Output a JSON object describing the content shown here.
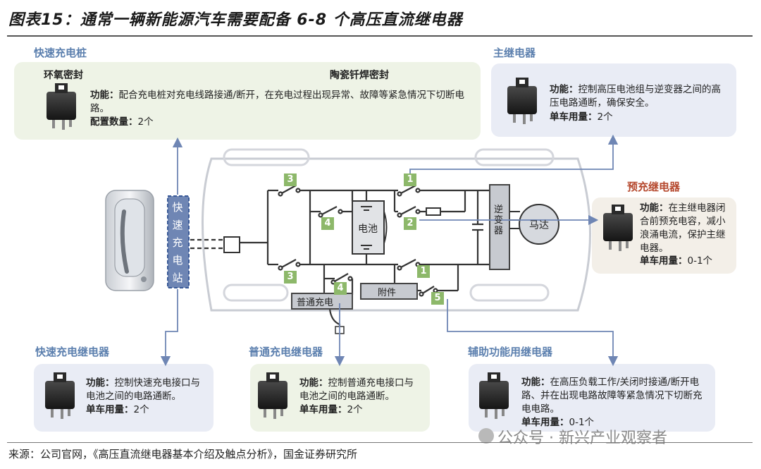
{
  "title": "图表15：通常一辆新能源汽车需要配备 6-8 个高压直流继电器",
  "source": "来源：公司官网，《高压直流继电器基本介绍及触点分析》，国金证券研究所",
  "watermark": "公众号 · 新兴产业观察者",
  "panels": {
    "fast_pile": {
      "title": "快速充电桩",
      "label_left": "环氧密封",
      "label_right": "陶瓷钎焊密封",
      "func_label": "功能：",
      "func_text": "配合充电桩对充电线路接通/断开，在充电过程出现异常、故障等紧急情况下切断电路。",
      "count_label": "配置数量：",
      "count_value": "2个"
    },
    "main": {
      "title": "主继电器",
      "func_label": "功能：",
      "func_text": "控制高压电池组与逆变器之间的高压电路通断，确保安全。",
      "count_label": "单车用量：",
      "count_value": "2个"
    },
    "precharge": {
      "title": "预充继电器",
      "func_label": "功能：",
      "func_text": "在主继电器闭合前预充电容，减小浪涌电流，保护主继电器。",
      "count_label": "单车用量：",
      "count_value": "0-1个"
    },
    "fast_relay": {
      "title": "快速充电继电器",
      "func_label": "功能：",
      "func_text": "控制快速充电接口与电池之间的电路通断。",
      "count_label": "单车用量：",
      "count_value": "2个"
    },
    "normal_relay": {
      "title": "普通充电继电器",
      "func_label": "功能：",
      "func_text": "控制普通充电接口与电池之间的电路通断。",
      "count_label": "单车用量：",
      "count_value": "2个"
    },
    "aux_relay": {
      "title": "辅助功能用继电器",
      "func_label": "功能：",
      "func_text": "在高压负载工作/关闭时接通/断开电路、并在出现电路故障等紧急情况下切断充电电路。",
      "count_label": "单车用量：",
      "count_value": "0-1个"
    }
  },
  "diagram": {
    "station_label": "快速充电站",
    "battery_label": "电池",
    "inverter_label": "逆变器",
    "motor_label": "马达",
    "normal_charge_label": "普通充电",
    "accessory_label": "附件",
    "badges": [
      "3",
      "3",
      "4",
      "4",
      "1",
      "2",
      "1",
      "5"
    ]
  },
  "colors": {
    "accent_blue": "#5b7fae",
    "badge_green": "#8db86a",
    "precharge_title": "#b5482d"
  }
}
